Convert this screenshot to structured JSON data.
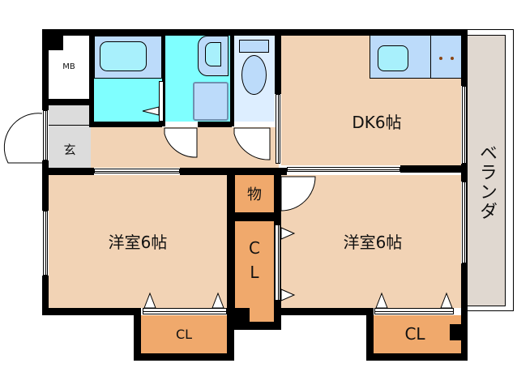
{
  "floorplan": {
    "rooms": {
      "mb": {
        "label": "MB"
      },
      "entrance": {
        "label": "玄"
      },
      "dk": {
        "label": "DK6帖"
      },
      "western_left": {
        "label": "洋室6帖"
      },
      "western_right": {
        "label": "洋室6帖"
      },
      "storage": {
        "label": "物"
      },
      "closet_center": {
        "label_c": "C",
        "label_l": "L"
      },
      "closet_left": {
        "label": "CL"
      },
      "closet_right": {
        "label": "CL"
      },
      "balcony": {
        "label": "ベランダ"
      }
    },
    "colors": {
      "room_floor": "#F2D3B5",
      "closet": "#F0A96C",
      "bath": "#7FFFFF",
      "fixture": "#BCDBFA",
      "toilet_room": "#DDEEFF",
      "entrance": "#DCDCDC",
      "balcony": "#E0D8D0",
      "wall": "#000000"
    }
  }
}
